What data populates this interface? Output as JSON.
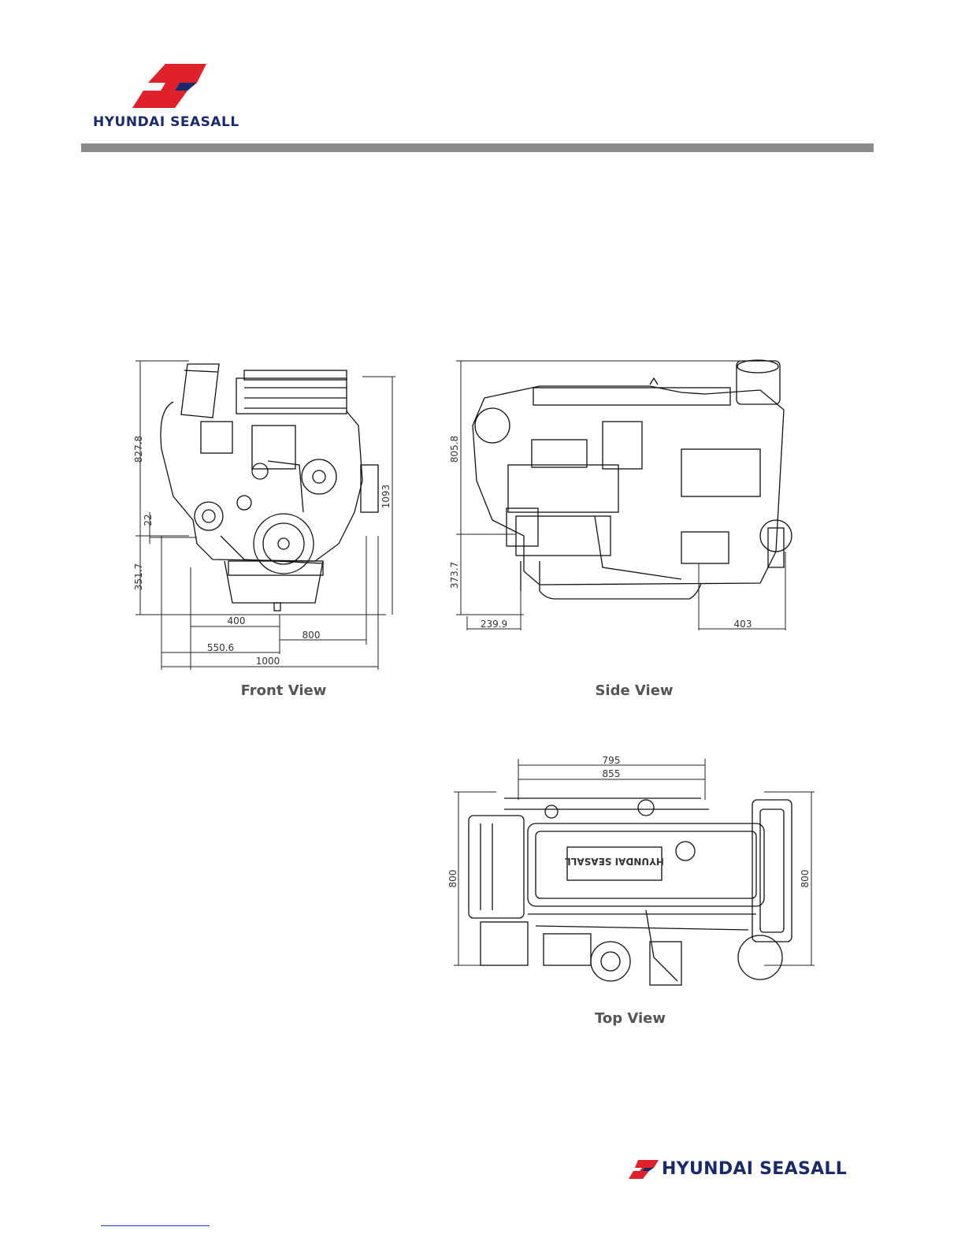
{
  "header": {
    "brand_name": "HYUNDAI SEASALL",
    "colors": {
      "brand_red": "#e0202a",
      "brand_navy": "#1b2a6b",
      "rule_gray": "#8a8a8a"
    }
  },
  "front_view": {
    "caption": "Front View",
    "dims": {
      "height_upper": "827.8",
      "offset": "22",
      "height_lower": "351.7",
      "total_height": "1093",
      "w400": "400",
      "w800": "800",
      "w550": "550.6",
      "w1000": "1000"
    }
  },
  "side_view": {
    "caption": "Side View",
    "dims": {
      "height_upper": "805.8",
      "height_lower": "373.7",
      "left": "239.9",
      "right": "403"
    }
  },
  "top_view": {
    "caption": "Top View",
    "engine_label": "HYUNDAI SEASALL",
    "dims": {
      "w795": "795",
      "w855": "855",
      "left_h": "800",
      "right_h": "800"
    }
  },
  "footer": {
    "brand_name": "HYUNDAI SEASALL"
  }
}
